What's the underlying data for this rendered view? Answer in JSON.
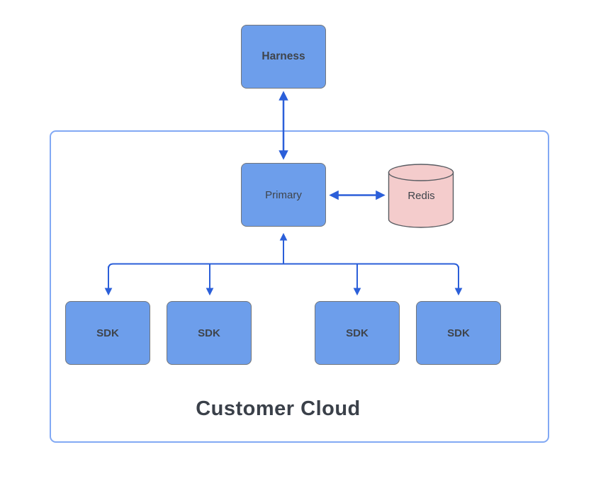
{
  "diagram": {
    "container_label": "Customer Cloud",
    "nodes": {
      "harness": {
        "label": "Harness"
      },
      "primary": {
        "label": "Primary"
      },
      "redis": {
        "label": "Redis"
      },
      "sdks": [
        "SDK",
        "SDK",
        "SDK",
        "SDK"
      ]
    },
    "connections": [
      "Harness <-> Primary",
      "Primary <-> Redis",
      "Primary -> SDK x4"
    ]
  },
  "colors": {
    "background": "#ffffff",
    "node_fill": "#6d9eeb",
    "node_border": "#72767b",
    "node_text": "#3f444b",
    "redis_fill": "#f4cccc",
    "redis_border": "#595c62",
    "arrow": "#2b5fd9",
    "container_border": "#82a9f4",
    "container_label_color": "#3a4049"
  }
}
